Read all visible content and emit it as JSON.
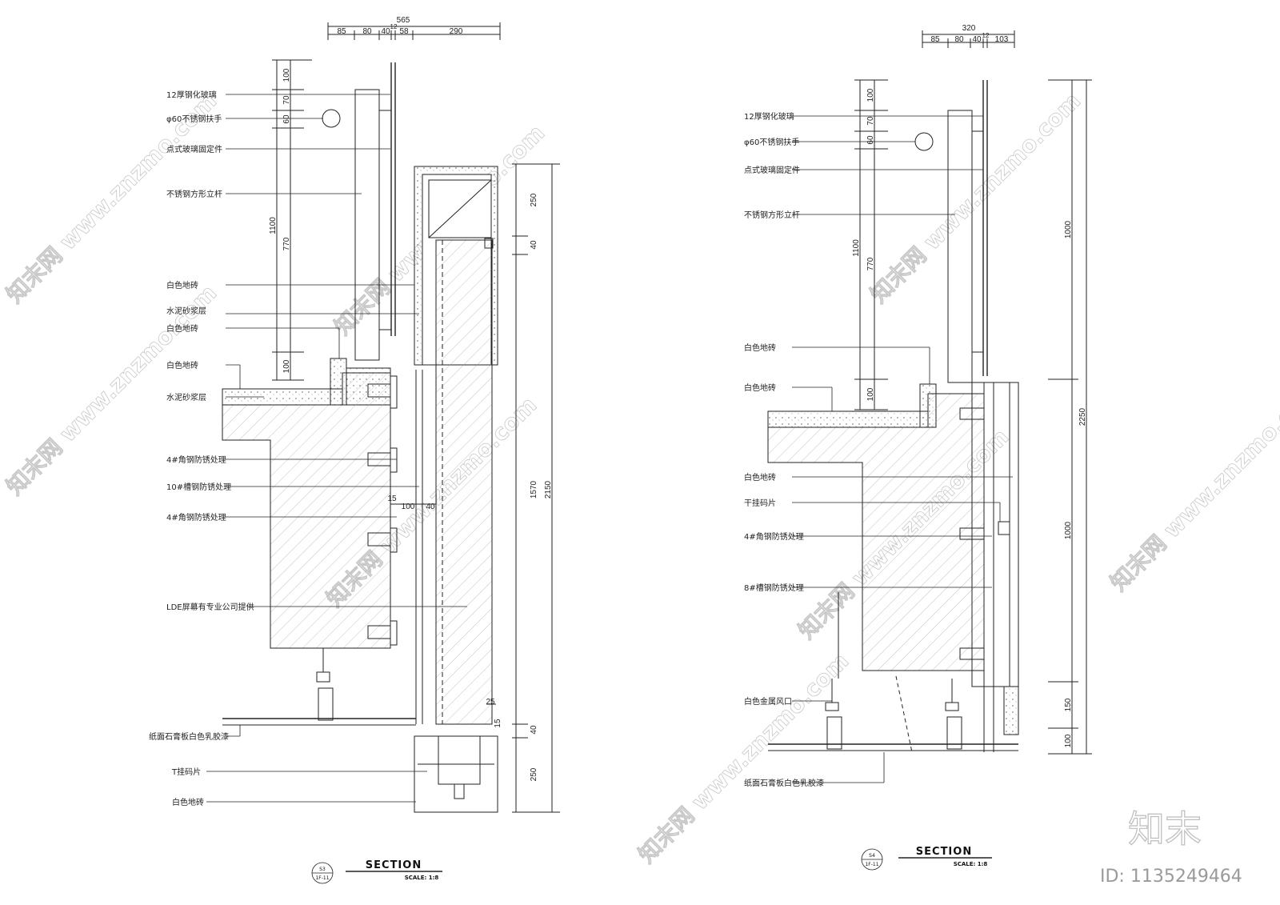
{
  "section_s3": {
    "tag_top": "S3",
    "tag_bottom": "1F-11",
    "title": "SECTION",
    "scale": "SCALE: 1:8",
    "top_dims": {
      "total": "565",
      "parts": [
        "85",
        "80",
        "40",
        "12",
        "58",
        "290"
      ]
    },
    "left_dims": [
      "100",
      "70",
      "60",
      "1100",
      "770",
      "100"
    ],
    "right_dims": [
      "250",
      "40",
      "1570",
      "2150",
      "40",
      "250"
    ],
    "mid_dims": [
      "15",
      "100",
      "40"
    ],
    "small_dims": [
      "25",
      "15"
    ],
    "labels": [
      "12厚钢化玻璃",
      "φ60不锈钢扶手",
      "点式玻璃固定件",
      "不锈钢方形立杆",
      "白色地砖",
      "水泥砂浆层",
      "白色地砖",
      "白色地砖",
      "水泥砂浆层",
      "4#角钢防锈处理",
      "10#槽钢防锈处理",
      "4#角钢防锈处理",
      "LDE屏幕有专业公司提供",
      "纸面石膏板白色乳胶漆",
      "T挂码片",
      "白色地砖"
    ]
  },
  "section_s4": {
    "tag_top": "S4",
    "tag_bottom": "1F-11",
    "title": "SECTION",
    "scale": "SCALE: 1:8",
    "top_dims": {
      "total": "320",
      "parts": [
        "85",
        "80",
        "40",
        "12",
        "103"
      ]
    },
    "left_dims": [
      "100",
      "70",
      "60",
      "1100",
      "770",
      "100"
    ],
    "right_dims": [
      "1000",
      "2250",
      "1000",
      "150",
      "100"
    ],
    "labels": [
      "12厚钢化玻璃",
      "φ60不锈钢扶手",
      "点式玻璃固定件",
      "不锈钢方形立杆",
      "白色地砖",
      "白色地砖",
      "白色地砖",
      "干挂码片",
      "4#角钢防锈处理",
      "8#槽钢防锈处理",
      "白色金属风口",
      "纸面石膏板白色乳胶漆"
    ]
  },
  "watermark": "知末网 www.znzmo.com",
  "brand": "知末",
  "id_label": "ID: 1135249464"
}
